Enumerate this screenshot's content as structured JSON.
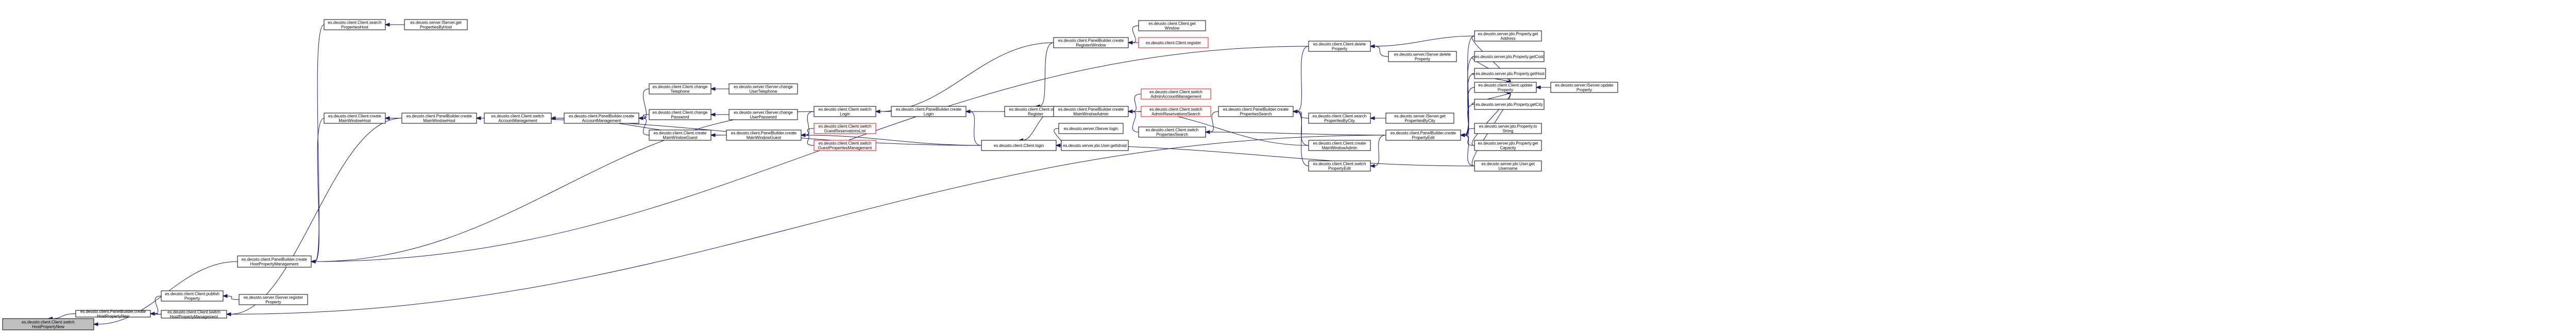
{
  "colors": {
    "edge": "#191970",
    "node_border": "#000000",
    "missing_border": "#ff0000",
    "root_fill": "#bfbfbf",
    "node_fill": "#ffffff"
  },
  "nodes": [
    {
      "id": "root",
      "kind": "root",
      "lines": [
        "es.deusto.client.Client.switch",
        "HostPropertyNew"
      ]
    },
    {
      "id": "pb_hpn",
      "kind": "normal",
      "lines": [
        "es.deusto.client.PanelBuilder.create",
        "HostPropertyNew"
      ]
    },
    {
      "id": "sw_hpm",
      "kind": "normal",
      "lines": [
        "es.deusto.client.Client.switch",
        "HostPropertyManagement"
      ]
    },
    {
      "id": "publish",
      "kind": "normal",
      "lines": [
        "es.deusto.client.Client.publish",
        "Property"
      ]
    },
    {
      "id": "ser_register",
      "kind": "normal",
      "lines": [
        "es.deusto.server.IServer.register",
        "Property"
      ]
    },
    {
      "id": "pb_hpm",
      "kind": "normal",
      "lines": [
        "es.deusto.client.PanelBuilder.create",
        "HostPropertyManagement"
      ]
    },
    {
      "id": "search_host",
      "kind": "normal",
      "lines": [
        "es.deusto.client.Client.search",
        "PropertiesHost"
      ]
    },
    {
      "id": "ser_props_host",
      "kind": "normal",
      "lines": [
        "es.deusto.server.IServer.get",
        "PropertiesByHost"
      ]
    },
    {
      "id": "create_mwh",
      "kind": "normal",
      "lines": [
        "es.deusto.client.Client.create",
        "MainWindowHost"
      ]
    },
    {
      "id": "pb_mwh",
      "kind": "normal",
      "lines": [
        "es.deusto.client.PanelBuilder.create",
        "MainWindowHost"
      ]
    },
    {
      "id": "sw_acct",
      "kind": "normal",
      "lines": [
        "es.deusto.client.Client.switch",
        "AccountManagement"
      ]
    },
    {
      "id": "pb_acct",
      "kind": "normal",
      "lines": [
        "es.deusto.client.PanelBuilder.create",
        "AccountManagement"
      ]
    },
    {
      "id": "chg_tel",
      "kind": "normal",
      "lines": [
        "es.deusto.client.Client.change",
        "Telephone"
      ]
    },
    {
      "id": "ser_chg_tel",
      "kind": "normal",
      "lines": [
        "es.deusto.server.IServer.change",
        "UserTelephone"
      ]
    },
    {
      "id": "chg_pwd",
      "kind": "normal",
      "lines": [
        "es.deusto.client.Client.change",
        "Password"
      ]
    },
    {
      "id": "ser_chg_pwd",
      "kind": "normal",
      "lines": [
        "es.deusto.server.IServer.change",
        "UserPassword"
      ]
    },
    {
      "id": "create_mwg",
      "kind": "normal",
      "lines": [
        "es.deusto.client.Client.create",
        "MainWindowGuest"
      ]
    },
    {
      "id": "pb_mwg",
      "kind": "normal",
      "lines": [
        "es.deusto.client.PanelBuilder.create",
        "MainWindowGuest"
      ]
    },
    {
      "id": "sw_login",
      "kind": "normal",
      "lines": [
        "es.deusto.client.Client.switch",
        "Login"
      ]
    },
    {
      "id": "sw_grl",
      "kind": "missing",
      "lines": [
        "es.deusto.client.Client.switch",
        "GuestReservationsList"
      ]
    },
    {
      "id": "sw_gpm",
      "kind": "missing",
      "lines": [
        "es.deusto.client.Client.switch",
        "GuestPropertiesManagement"
      ]
    },
    {
      "id": "pb_login",
      "kind": "normal",
      "lines": [
        "es.deusto.client.PanelBuilder.create",
        "Login"
      ]
    },
    {
      "id": "sw_register",
      "kind": "normal",
      "lines": [
        "es.deusto.client.Client.switch",
        "Register"
      ]
    },
    {
      "id": "login",
      "kind": "normal",
      "lines": [
        "es.deusto.client.Client.login"
      ]
    },
    {
      "id": "pb_regwin",
      "kind": "normal",
      "lines": [
        "es.deusto.client.PanelBuilder.create",
        "RegisterWindow"
      ]
    },
    {
      "id": "get_window",
      "kind": "normal",
      "lines": [
        "es.deusto.client.Client.get",
        "Window"
      ]
    },
    {
      "id": "register",
      "kind": "missing",
      "lines": [
        "es.deusto.client.Client.register"
      ]
    },
    {
      "id": "pb_mwa",
      "kind": "normal",
      "lines": [
        "es.deusto.client.PanelBuilder.create",
        "MainWindowAdmin"
      ]
    },
    {
      "id": "ser_login",
      "kind": "normal",
      "lines": [
        "es.deusto.server.IServer.login"
      ]
    },
    {
      "id": "user_getid",
      "kind": "normal",
      "lines": [
        "es.deusto.server.jdo.User.getIdroid"
      ]
    },
    {
      "id": "sw_aam",
      "kind": "missing",
      "lines": [
        "es.deusto.client.Client.switch",
        "AdminAccountManagement"
      ]
    },
    {
      "id": "sw_ars",
      "kind": "missing",
      "lines": [
        "es.deusto.client.Client.switch",
        "AdminReservationsSearch"
      ]
    },
    {
      "id": "sw_ps",
      "kind": "normal",
      "lines": [
        "es.deusto.client.Client.switch",
        "PropertiesSearch"
      ]
    },
    {
      "id": "delete",
      "kind": "normal",
      "lines": [
        "es.deusto.client.Client.delete",
        "Property"
      ]
    },
    {
      "id": "ser_delete",
      "kind": "normal",
      "lines": [
        "es.deusto.server.IServer.delete",
        "Property"
      ]
    },
    {
      "id": "pb_ps",
      "kind": "normal",
      "lines": [
        "es.deusto.client.PanelBuilder.create",
        "PropertiesSearch"
      ]
    },
    {
      "id": "search_city",
      "kind": "normal",
      "lines": [
        "es.deusto.client.Client.search",
        "PropertiesByCity"
      ]
    },
    {
      "id": "ser_props_city",
      "kind": "normal",
      "lines": [
        "es.deusto.server.IServer.get",
        "PropertiesByCity"
      ]
    },
    {
      "id": "create_mwa",
      "kind": "normal",
      "lines": [
        "es.deusto.client.Client.create",
        "MainWindowAdmin"
      ]
    },
    {
      "id": "sw_pe",
      "kind": "normal",
      "lines": [
        "es.deusto.client.Client.switch",
        "PropertyEdit"
      ]
    },
    {
      "id": "pb_pe",
      "kind": "normal",
      "lines": [
        "es.deusto.client.PanelBuilder.create",
        "PropertyEdit"
      ]
    },
    {
      "id": "p_getaddr",
      "kind": "normal",
      "lines": [
        "es.deusto.server.jdo.Property.get",
        "Address"
      ]
    },
    {
      "id": "p_getcost",
      "kind": "normal",
      "lines": [
        "es.deusto.server.jdo.Property.getCost"
      ]
    },
    {
      "id": "p_gethost",
      "kind": "normal",
      "lines": [
        "es.deusto.server.jdo.Property.getHost"
      ]
    },
    {
      "id": "update",
      "kind": "normal",
      "lines": [
        "es.deusto.client.Client.update",
        "Property"
      ]
    },
    {
      "id": "ser_update",
      "kind": "normal",
      "lines": [
        "es.deusto.server.IServer.update",
        "Property"
      ]
    },
    {
      "id": "p_getcity",
      "kind": "normal",
      "lines": [
        "es.deusto.server.jdo.Property.getCity"
      ]
    },
    {
      "id": "p_tostring",
      "kind": "normal",
      "lines": [
        "es.deusto.server.jdo.Property.to",
        "String"
      ]
    },
    {
      "id": "p_getcap",
      "kind": "normal",
      "lines": [
        "es.deusto.server.jdo.Property.get",
        "Capacity"
      ]
    },
    {
      "id": "u_getuser",
      "kind": "normal",
      "lines": [
        "es.deusto.server.jdo.User.get",
        "Username"
      ]
    }
  ],
  "edges": [
    {
      "from": "pb_hpn",
      "to": "root"
    },
    {
      "from": "pb_hpm",
      "to": "root"
    },
    {
      "from": "sw_hpm",
      "to": "pb_hpn"
    },
    {
      "from": "publish",
      "to": "pb_hpn"
    },
    {
      "from": "ser_register",
      "to": "publish"
    },
    {
      "from": "pb_mwh",
      "to": "sw_hpm"
    },
    {
      "from": "pb_pe",
      "to": "sw_hpm"
    },
    {
      "from": "search_host",
      "to": "pb_hpm"
    },
    {
      "from": "create_mwh",
      "to": "pb_hpm"
    },
    {
      "from": "delete",
      "to": "pb_hpm"
    },
    {
      "from": "sw_login",
      "to": "pb_hpm"
    },
    {
      "from": "ser_props_host",
      "to": "search_host"
    },
    {
      "from": "pb_mwh",
      "to": "create_mwh"
    },
    {
      "from": "pb_acct",
      "to": "create_mwh"
    },
    {
      "from": "sw_acct",
      "to": "pb_mwh"
    },
    {
      "from": "login",
      "to": "pb_mwh"
    },
    {
      "from": "pb_acct",
      "to": "sw_acct"
    },
    {
      "from": "pb_mwg",
      "to": "sw_acct"
    },
    {
      "from": "chg_tel",
      "to": "pb_acct"
    },
    {
      "from": "chg_pwd",
      "to": "pb_acct"
    },
    {
      "from": "create_mwg",
      "to": "pb_acct"
    },
    {
      "from": "ser_chg_tel",
      "to": "chg_tel"
    },
    {
      "from": "ser_chg_pwd",
      "to": "chg_pwd"
    },
    {
      "from": "pb_mwg",
      "to": "create_mwg"
    },
    {
      "from": "sw_login",
      "to": "pb_mwg"
    },
    {
      "from": "sw_grl",
      "to": "pb_mwg"
    },
    {
      "from": "sw_gpm",
      "to": "pb_mwg"
    },
    {
      "from": "login",
      "to": "pb_mwg"
    },
    {
      "from": "pb_login",
      "to": "sw_login"
    },
    {
      "from": "pb_regwin",
      "to": "sw_login"
    },
    {
      "from": "sw_register",
      "to": "pb_login"
    },
    {
      "from": "login",
      "to": "pb_login"
    },
    {
      "from": "pb_regwin",
      "to": "sw_register"
    },
    {
      "from": "pb_mwa",
      "to": "login"
    },
    {
      "from": "ser_login",
      "to": "login"
    },
    {
      "from": "user_getid",
      "to": "login"
    },
    {
      "from": "get_window",
      "to": "pb_regwin"
    },
    {
      "from": "register",
      "to": "pb_regwin"
    },
    {
      "from": "sw_aam",
      "to": "pb_mwa"
    },
    {
      "from": "sw_ars",
      "to": "pb_mwa"
    },
    {
      "from": "sw_ps",
      "to": "pb_mwa"
    },
    {
      "from": "create_mwa",
      "to": "pb_mwa"
    },
    {
      "from": "pb_ps",
      "to": "sw_ps"
    },
    {
      "from": "pb_pe",
      "to": "sw_ps"
    },
    {
      "from": "ser_delete",
      "to": "delete"
    },
    {
      "from": "p_getaddr",
      "to": "delete"
    },
    {
      "from": "delete",
      "to": "pb_ps"
    },
    {
      "from": "search_city",
      "to": "pb_ps"
    },
    {
      "from": "create_mwa",
      "to": "pb_ps"
    },
    {
      "from": "sw_pe",
      "to": "pb_ps"
    },
    {
      "from": "ser_props_city",
      "to": "search_city"
    },
    {
      "from": "pb_pe",
      "to": "sw_pe"
    },
    {
      "from": "p_getaddr",
      "to": "pb_pe"
    },
    {
      "from": "p_getcost",
      "to": "pb_pe"
    },
    {
      "from": "p_gethost",
      "to": "pb_pe"
    },
    {
      "from": "update",
      "to": "pb_pe"
    },
    {
      "from": "p_getcity",
      "to": "pb_pe"
    },
    {
      "from": "p_tostring",
      "to": "pb_pe"
    },
    {
      "from": "p_getcap",
      "to": "pb_pe"
    },
    {
      "from": "u_getuser",
      "to": "pb_pe"
    },
    {
      "from": "u_getuser",
      "to": "login"
    },
    {
      "from": "ser_update",
      "to": "update"
    },
    {
      "from": "p_getaddr",
      "to": "update"
    },
    {
      "from": "p_getcost",
      "to": "update"
    },
    {
      "from": "p_gethost",
      "to": "update"
    },
    {
      "from": "p_getcity",
      "to": "update"
    },
    {
      "from": "p_getcap",
      "to": "update"
    },
    {
      "from": "u_getuser",
      "to": "update"
    }
  ]
}
